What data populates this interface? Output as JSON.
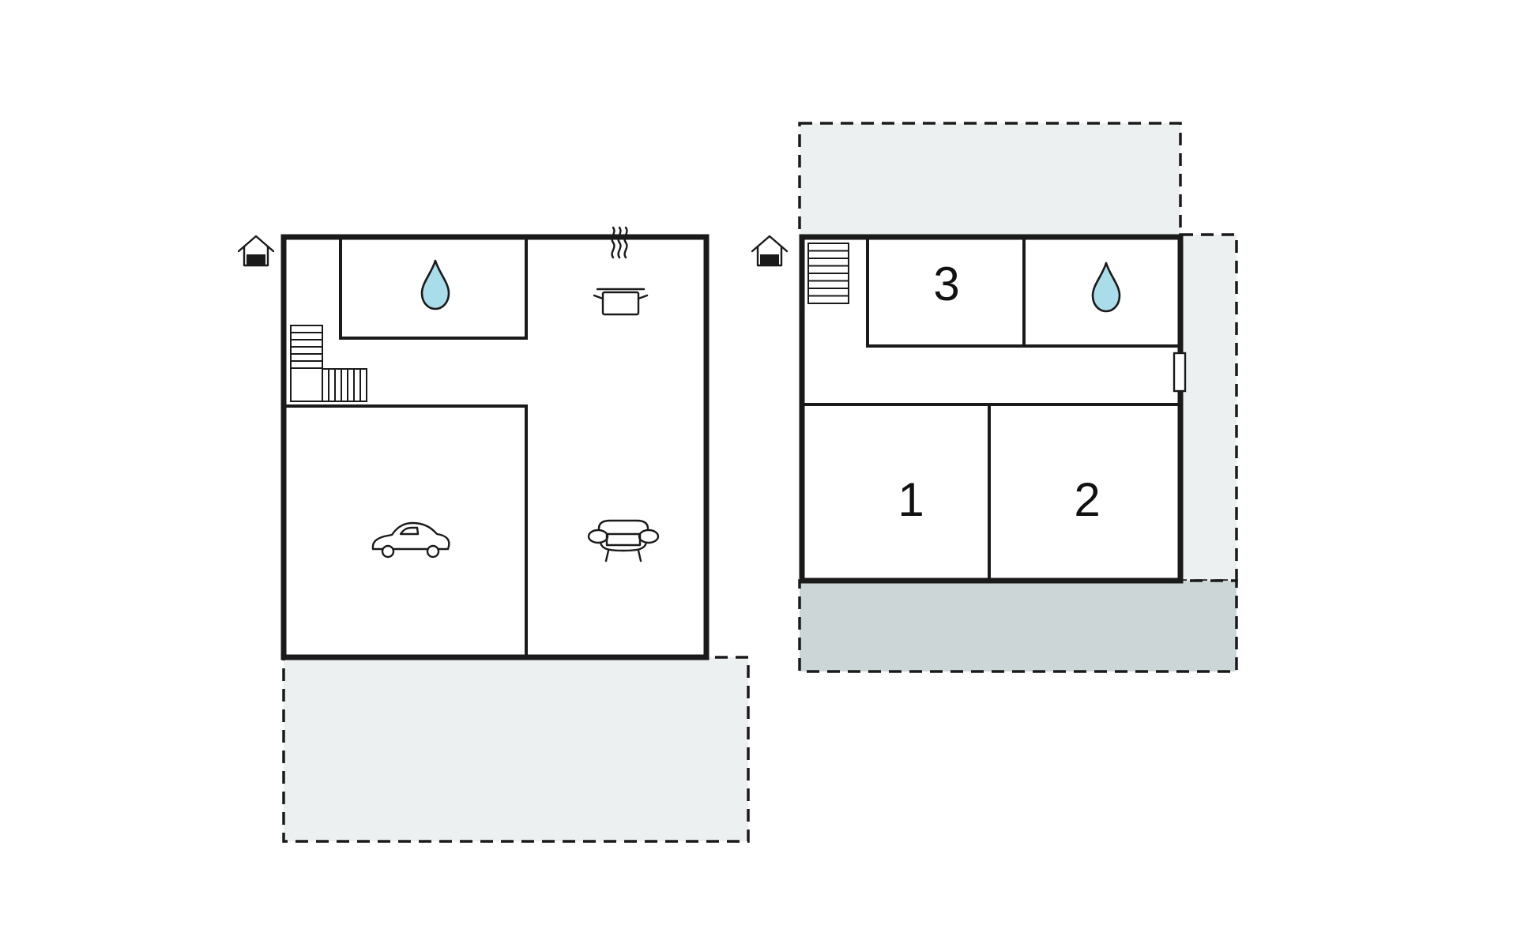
{
  "colors": {
    "terrace_light": "#ecf0f0",
    "terrace_dark": "#ccd6d7",
    "water": "#a9dde9",
    "wall": "#1a1a1a"
  },
  "ground_floor": {
    "icons": [
      "entrance-icon",
      "water-drop-icon",
      "kitchen-pot-icon",
      "car-icon",
      "sofa-icon",
      "stairs-icon"
    ]
  },
  "upper_floor": {
    "rooms": [
      {
        "number": "3"
      },
      {
        "number": "1"
      },
      {
        "number": "2"
      }
    ],
    "icons": [
      "entrance-icon",
      "water-drop-icon",
      "stairs-icon",
      "window-icon"
    ]
  }
}
